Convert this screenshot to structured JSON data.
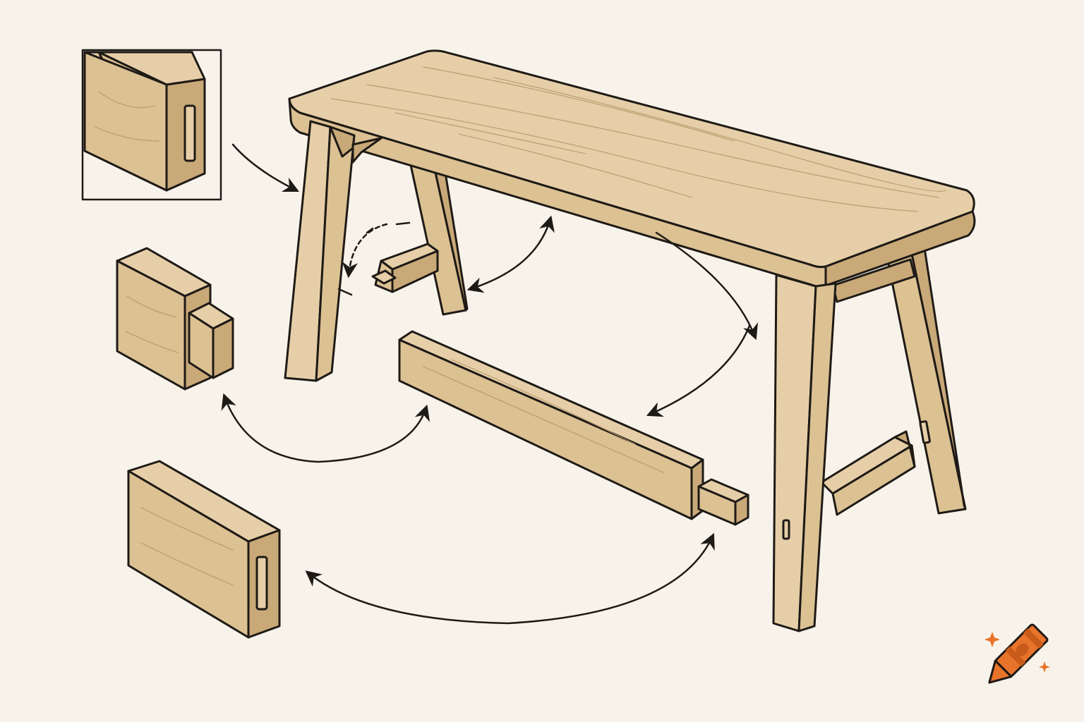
{
  "diagram": {
    "background": "#f8f3ea",
    "colors": {
      "wood_light": "#e6cfa8",
      "wood_mid": "#dcc193",
      "wood_dark": "#c9a978",
      "wood_grain": "#b8976a",
      "outline": "#1e1a16",
      "arrow": "#1e1a16",
      "crayon_body": "#e8732a",
      "crayon_band": "#c85a1a",
      "sparkle": "#e8732a"
    },
    "parts": [
      {
        "id": "bench",
        "label": ""
      },
      {
        "id": "inset-mortise-detail",
        "label": ""
      },
      {
        "id": "tenon-block",
        "label": ""
      },
      {
        "id": "stretcher-rail",
        "label": ""
      },
      {
        "id": "mortise-block",
        "label": ""
      }
    ],
    "icons": [
      "crayon-logo-icon",
      "sparkle-icon"
    ]
  }
}
